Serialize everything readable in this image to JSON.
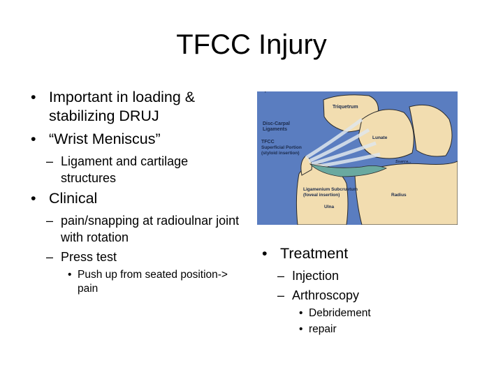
{
  "slide": {
    "title": "TFCC Injury",
    "left_bullets": [
      {
        "text": "Important in loading & stabilizing DRUJ",
        "sub": []
      },
      {
        "text": "“Wrist Meniscus”",
        "sub": [
          {
            "text": "Ligament and cartilage structures",
            "sub": []
          }
        ]
      },
      {
        "text": "Clinical",
        "sub": [
          {
            "text": "pain/snapping at radioulnar joint with rotation",
            "sub": []
          },
          {
            "text": "Press test",
            "sub": [
              {
                "text": "Push up from seated position-> pain"
              }
            ]
          }
        ]
      }
    ],
    "right_bullets": [
      {
        "text": "Treatment",
        "sub": [
          {
            "text": "Injection",
            "sub": []
          },
          {
            "text": "Arthroscopy",
            "sub": [
              {
                "text": "Debridement"
              },
              {
                "text": "repair"
              }
            ]
          }
        ]
      }
    ]
  },
  "figure": {
    "labels": {
      "triquetrum": "Triquetrum",
      "lunate": "Lunate",
      "disc_carpal_1": "Disc-Carpal",
      "disc_carpal_2": "Ligaments",
      "tfcc_1": "TFCC",
      "tfcc_2": "Superficial Portion",
      "tfcc_3": "(styloid insertion)",
      "lig_1": "Ligamenium Subcruetum",
      "lig_2": "(foveal insertion)",
      "ulna": "Ulna",
      "radius": "Radius",
      "small": "Ssarca..."
    },
    "colors": {
      "background": "#5a7dc0",
      "bone": "#f2ddb0",
      "ligament": "#dfe6ec",
      "disc": "#6aa9a0"
    }
  }
}
